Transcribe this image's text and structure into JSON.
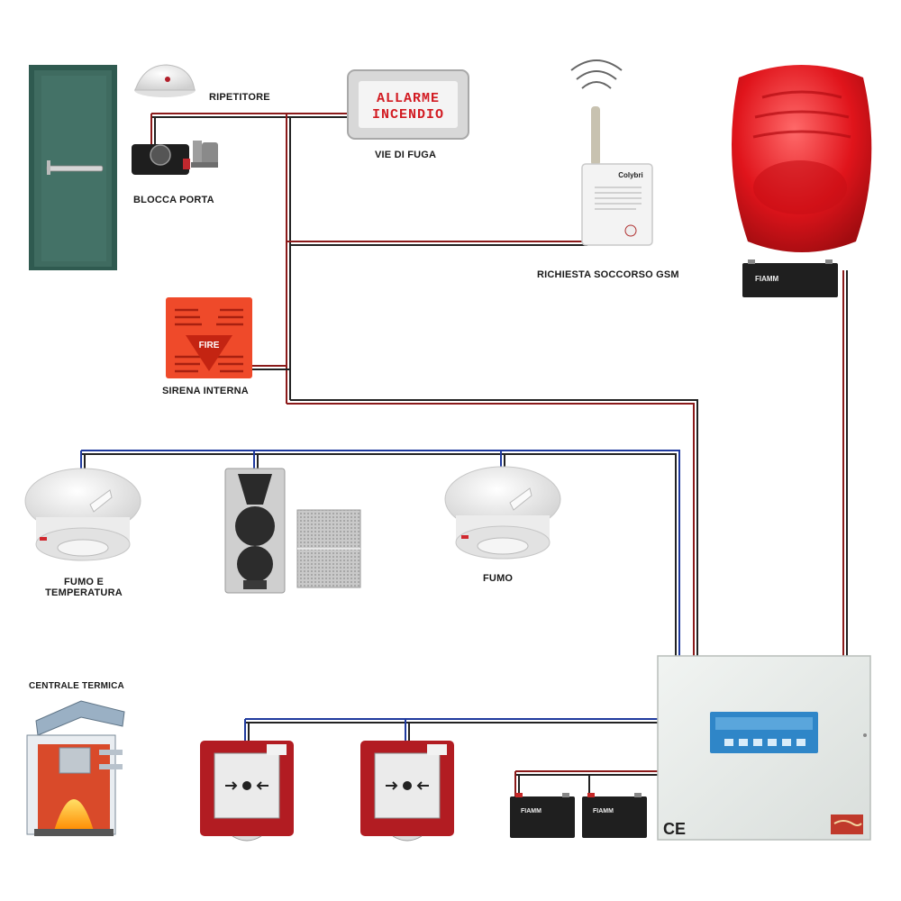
{
  "labels": {
    "repeater": "RIPETITORE",
    "door_lock": "BLOCCA PORTA",
    "escape_routes": "VIE DI FUGA",
    "gsm_request": "RICHIESTA SOCCORSO GSM",
    "internal_siren": "SIRENA INTERNA",
    "smoke_temp_line1": "FUMO E",
    "smoke_temp_line2": "TEMPERATURA",
    "smoke": "FUMO",
    "thermal_plant": "CENTRALE TERMICA"
  },
  "device_text": {
    "sign_line1": "ALLARME",
    "sign_line2": "INCENDIO",
    "gsm_brand": "Colybri",
    "fire_word": "FIRE",
    "battery_brand": "FIAMM",
    "ce_mark": "CE"
  },
  "colors": {
    "wire_red": "#8b1a1a",
    "wire_black": "#222222",
    "wire_blue": "#1f3a9e",
    "siren_red": "#e0141b",
    "door_green": "#3f6b60",
    "panel_grey": "#e8ecea",
    "display_blue": "#2f86c8"
  }
}
